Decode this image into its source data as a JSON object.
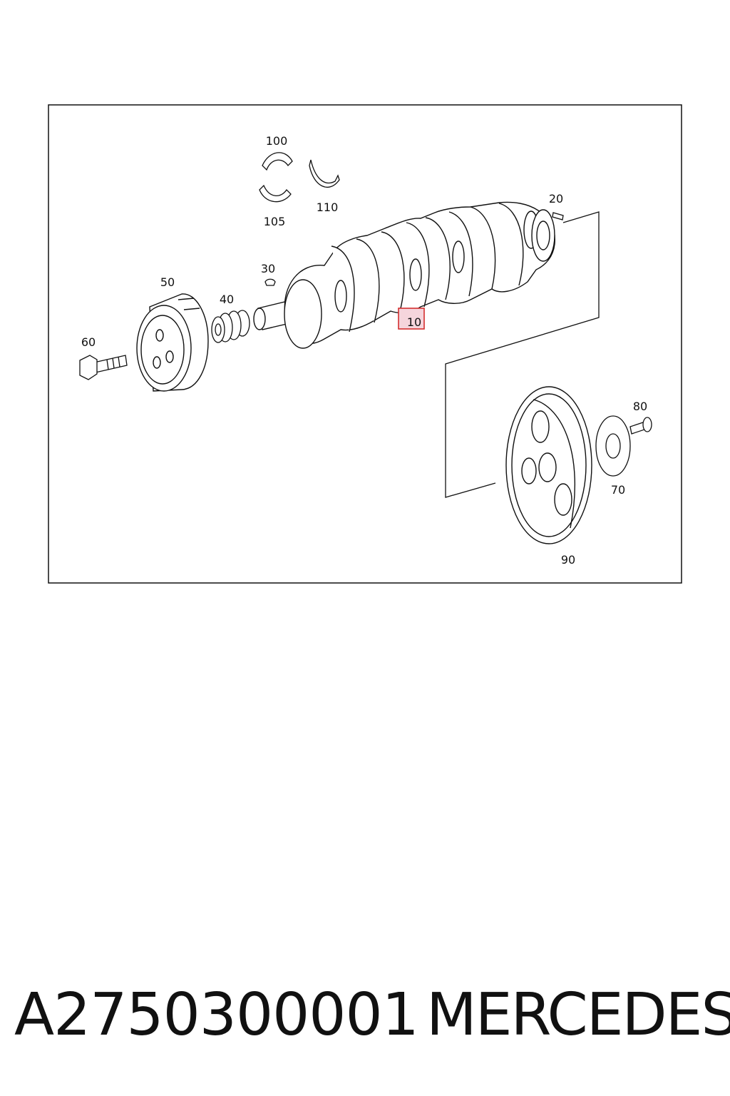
{
  "diagram": {
    "callouts": {
      "c10": "10",
      "c20": "20",
      "c30": "30",
      "c40": "40",
      "c50": "50",
      "c60": "60",
      "c70": "70",
      "c80": "80",
      "c90": "90",
      "c100": "100",
      "c105": "105",
      "c110": "110"
    },
    "highlight_color": "#d32f2f",
    "highlight_fill": "#f5d5dc"
  },
  "footer": {
    "part_number": "A2750300001",
    "brand": "MERCEDES"
  }
}
